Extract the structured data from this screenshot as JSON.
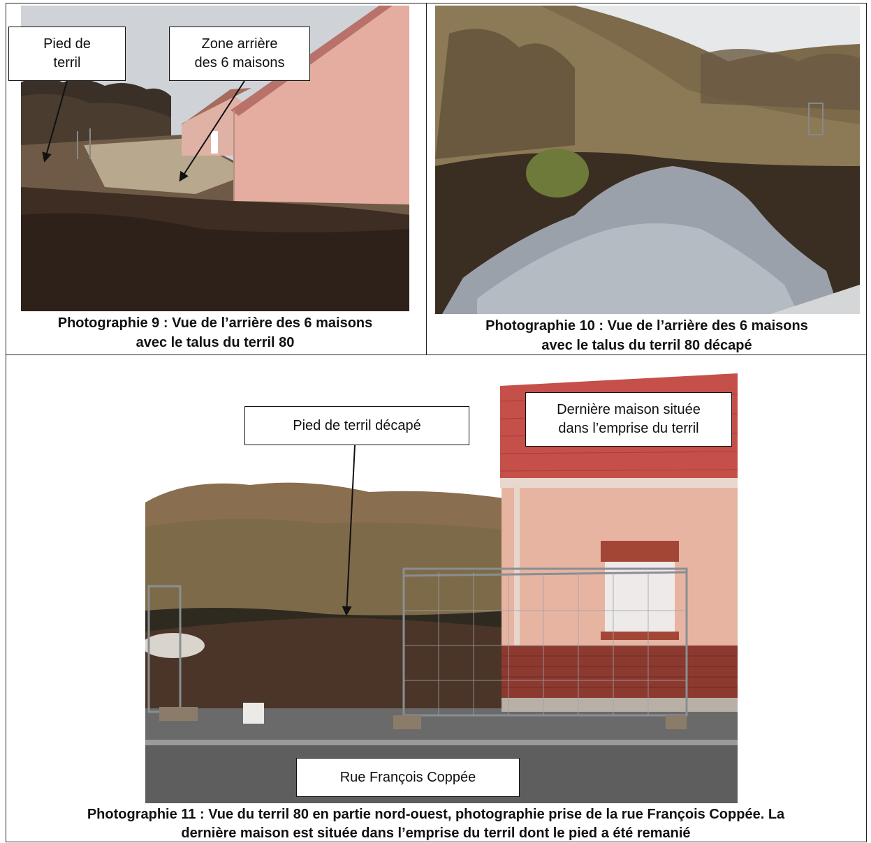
{
  "photo9": {
    "label_pied": "Pied de\nterril",
    "label_zone": "Zone arrière\ndes 6 maisons",
    "caption": "Photographie 9 : Vue de l’arrière des 6 maisons\navec le talus du terril 80"
  },
  "photo10": {
    "caption": "Photographie 10 : Vue de l’arrière des 6 maisons\navec le talus du terril 80 décapé"
  },
  "photo11": {
    "label_pied": "Pied de terril décapé",
    "label_maison": "Dernière maison située\ndans l’emprise du terril",
    "label_rue": "Rue François Coppée",
    "caption": "Photographie 11 : Vue du terril 80 en partie nord-ouest, photographie prise de la rue François Coppée. La\ndernière maison est située dans l’emprise du terril dont le pied a été remanié"
  }
}
